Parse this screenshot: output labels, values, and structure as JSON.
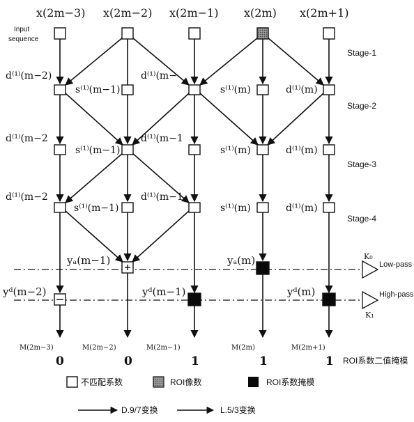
{
  "top_labels": [
    "x(2m−3)",
    "x(2m−2)",
    "x(2m−1)",
    "x(2m)",
    "x(2m+1)"
  ],
  "input_label": [
    "Input",
    "sequence"
  ],
  "stage_labels": [
    "Stage-1",
    "Stage-2",
    "Stage-3",
    "Stage-4"
  ],
  "row2_labels": [
    "d⁽¹⁾(m−2)",
    "s⁽¹⁾(m−1)",
    "d⁽¹⁾(m−",
    "s⁽¹⁾(m)",
    "d⁽¹⁾(m)"
  ],
  "row3_labels": [
    "d⁽¹⁾(m−2",
    "s⁽¹⁾(m−1)",
    "d⁽¹⁾(m−1",
    "s⁽¹⁾(m)",
    "d⁽¹⁾(m)"
  ],
  "row4_labels": [
    "d⁽¹⁾(m−2",
    "s⁽¹⁾(m−1)",
    "d⁽¹⁾(m−1",
    "s⁽¹⁾(m)",
    "d⁽¹⁾(m)"
  ],
  "y_labels": [
    "yₐ(m−1)",
    "yₐ(m)",
    "yᵈ(m−2)",
    "yᵈ(m−1)",
    "yᵈ(m)"
  ],
  "filters": {
    "low_label": "Low-pass",
    "high_label": "High-pass",
    "k0": "K₀",
    "k1": "K₁"
  },
  "mask_labels": [
    "M(2m−3)",
    "M(2m−2)",
    "M(2m−1)",
    "M(2m)",
    "M(2m+1)"
  ],
  "mask_values": [
    "0",
    "0",
    "1",
    "1",
    "1"
  ],
  "mask_title": "ROI系数二值掩模",
  "legend": {
    "unmatched": "不匹配系数",
    "roi_pixel": "ROI像数",
    "roi_mask": "ROI系数掩模",
    "d97": "D.9/7变换",
    "l53": "L.5/3变换"
  },
  "colors": {
    "ink": "#111111",
    "roi_pixel": "#8a8a8a",
    "roi_mask": "#0a0a0a",
    "paper": "#ffffff"
  }
}
